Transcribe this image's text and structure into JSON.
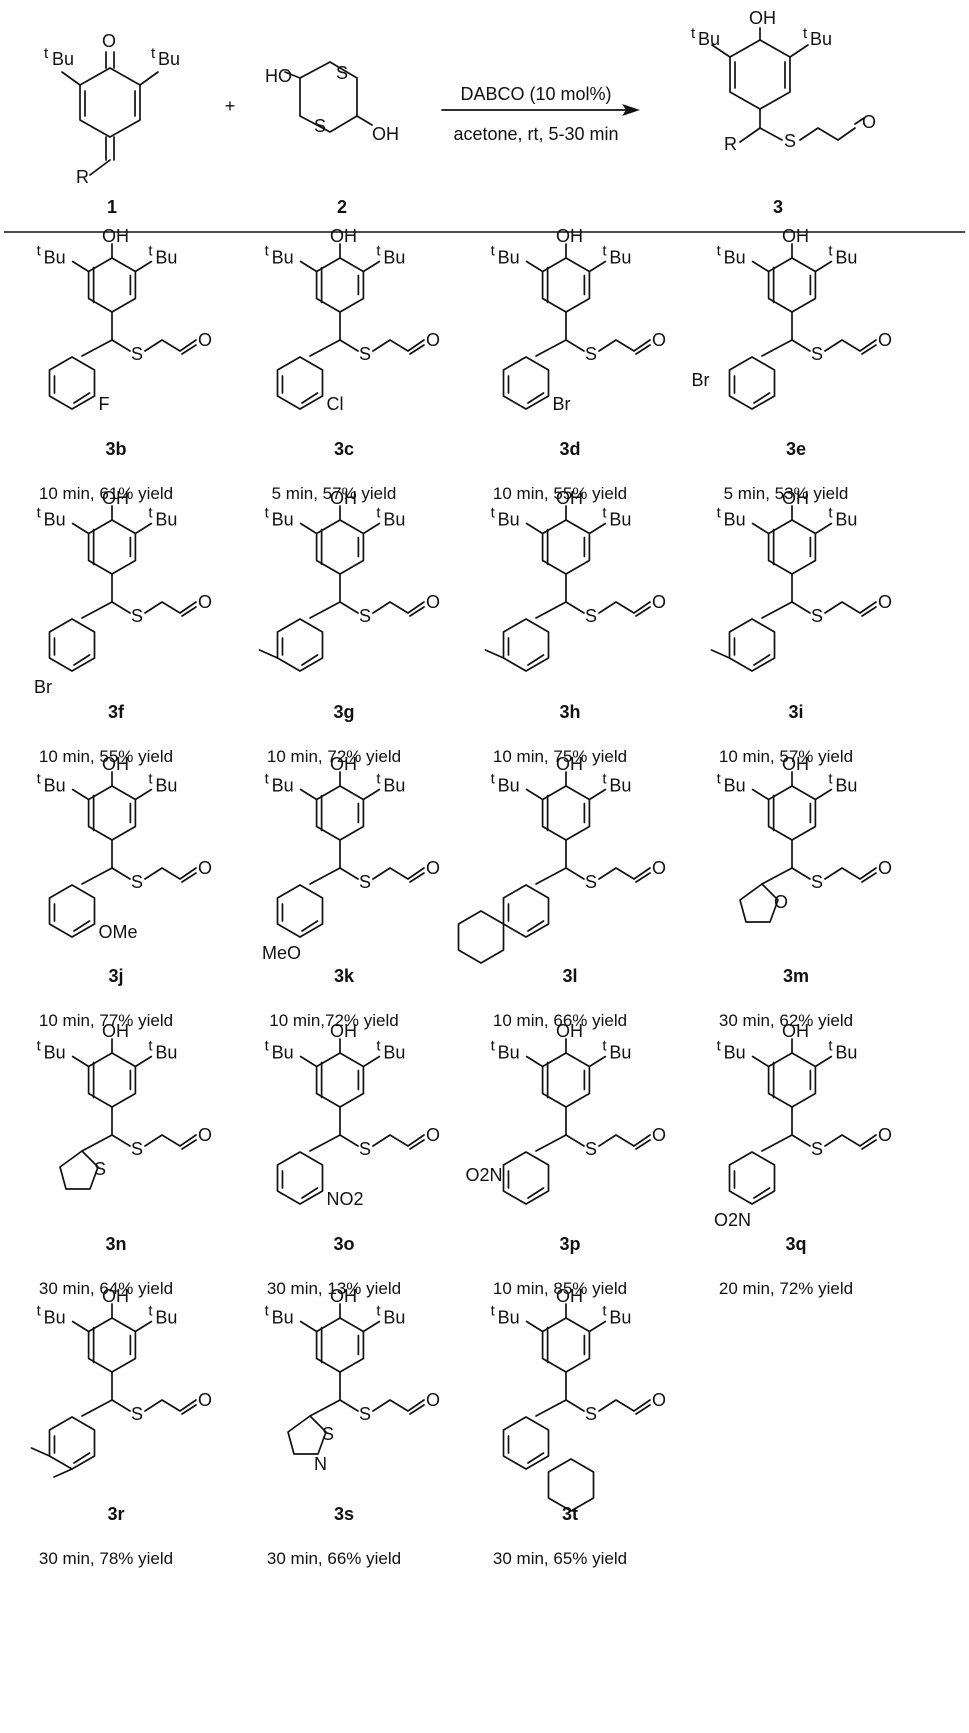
{
  "reaction": {
    "reagent_label": "DABCO (10 mol%)",
    "conditions_label": "acetone, rt, 5-30 min",
    "plus": "+",
    "reactant1": {
      "id": "1",
      "sub_left": "t",
      "sub_left_text": "Bu",
      "sub_right": "t",
      "sub_right_text": "Bu",
      "o": "O",
      "r": "R"
    },
    "reactant2": {
      "id": "2",
      "ho": "HO",
      "oh": "OH",
      "s_top": "S",
      "s_bottom": "S"
    },
    "product": {
      "id": "3",
      "oh": "OH",
      "r": "R",
      "s": "S",
      "o": "O",
      "sup": "t",
      "bu": "Bu"
    }
  },
  "compounds": [
    {
      "id": "3b",
      "conditions": "10 min, 61% yield",
      "substituent": "F",
      "pattern": "ortho"
    },
    {
      "id": "3c",
      "conditions": "5 min, 57% yield",
      "substituent": "Cl",
      "pattern": "ortho"
    },
    {
      "id": "3d",
      "conditions": "10 min, 55% yield",
      "substituent": "Br",
      "pattern": "ortho"
    },
    {
      "id": "3e",
      "conditions": "5 min, 53% yield",
      "substituent": "Br",
      "pattern": "meta"
    },
    {
      "id": "3f",
      "conditions": "10 min, 55% yield",
      "substituent": "Br",
      "pattern": "para"
    },
    {
      "id": "3g",
      "conditions": "10 min, 72% yield",
      "substituent": "",
      "pattern": "ortho-methyl"
    },
    {
      "id": "3h",
      "conditions": "10 min, 75% yield",
      "substituent": "",
      "pattern": "meta-methyl"
    },
    {
      "id": "3i",
      "conditions": "10 min, 57% yield",
      "substituent": "",
      "pattern": "para-methyl"
    },
    {
      "id": "3j",
      "conditions": "10 min, 77% yield",
      "substituent": "OMe",
      "pattern": "ortho"
    },
    {
      "id": "3k",
      "conditions": "10 min,72% yield",
      "substituent": "MeO",
      "pattern": "para"
    },
    {
      "id": "3l",
      "conditions": "10 min, 66% yield",
      "substituent": "",
      "pattern": "naphthyl"
    },
    {
      "id": "3m",
      "conditions": "30 min, 62% yield",
      "substituent": "O",
      "pattern": "furyl"
    },
    {
      "id": "3n",
      "conditions": "30 min, 64% yield",
      "substituent": "S",
      "pattern": "thienyl"
    },
    {
      "id": "3o",
      "conditions": "30 min, 13% yield",
      "substituent": "NO2",
      "pattern": "ortho"
    },
    {
      "id": "3p",
      "conditions": "10 min, 85% yield",
      "substituent": "O2N",
      "pattern": "meta"
    },
    {
      "id": "3q",
      "conditions": "20 min, 72% yield",
      "substituent": "O2N",
      "pattern": "para"
    },
    {
      "id": "3r",
      "conditions": "30 min, 78% yield",
      "substituent": "",
      "pattern": "dimethyl"
    },
    {
      "id": "3s",
      "conditions": "30 min, 66% yield",
      "substituent": "S|N",
      "pattern": "thiazolyl"
    },
    {
      "id": "3t",
      "conditions": "30 min, 65% yield",
      "substituent": "",
      "pattern": "biphenyl"
    }
  ],
  "common": {
    "oh": "OH",
    "bu": "Bu",
    "sup": "t",
    "s": "S",
    "o": "O"
  }
}
